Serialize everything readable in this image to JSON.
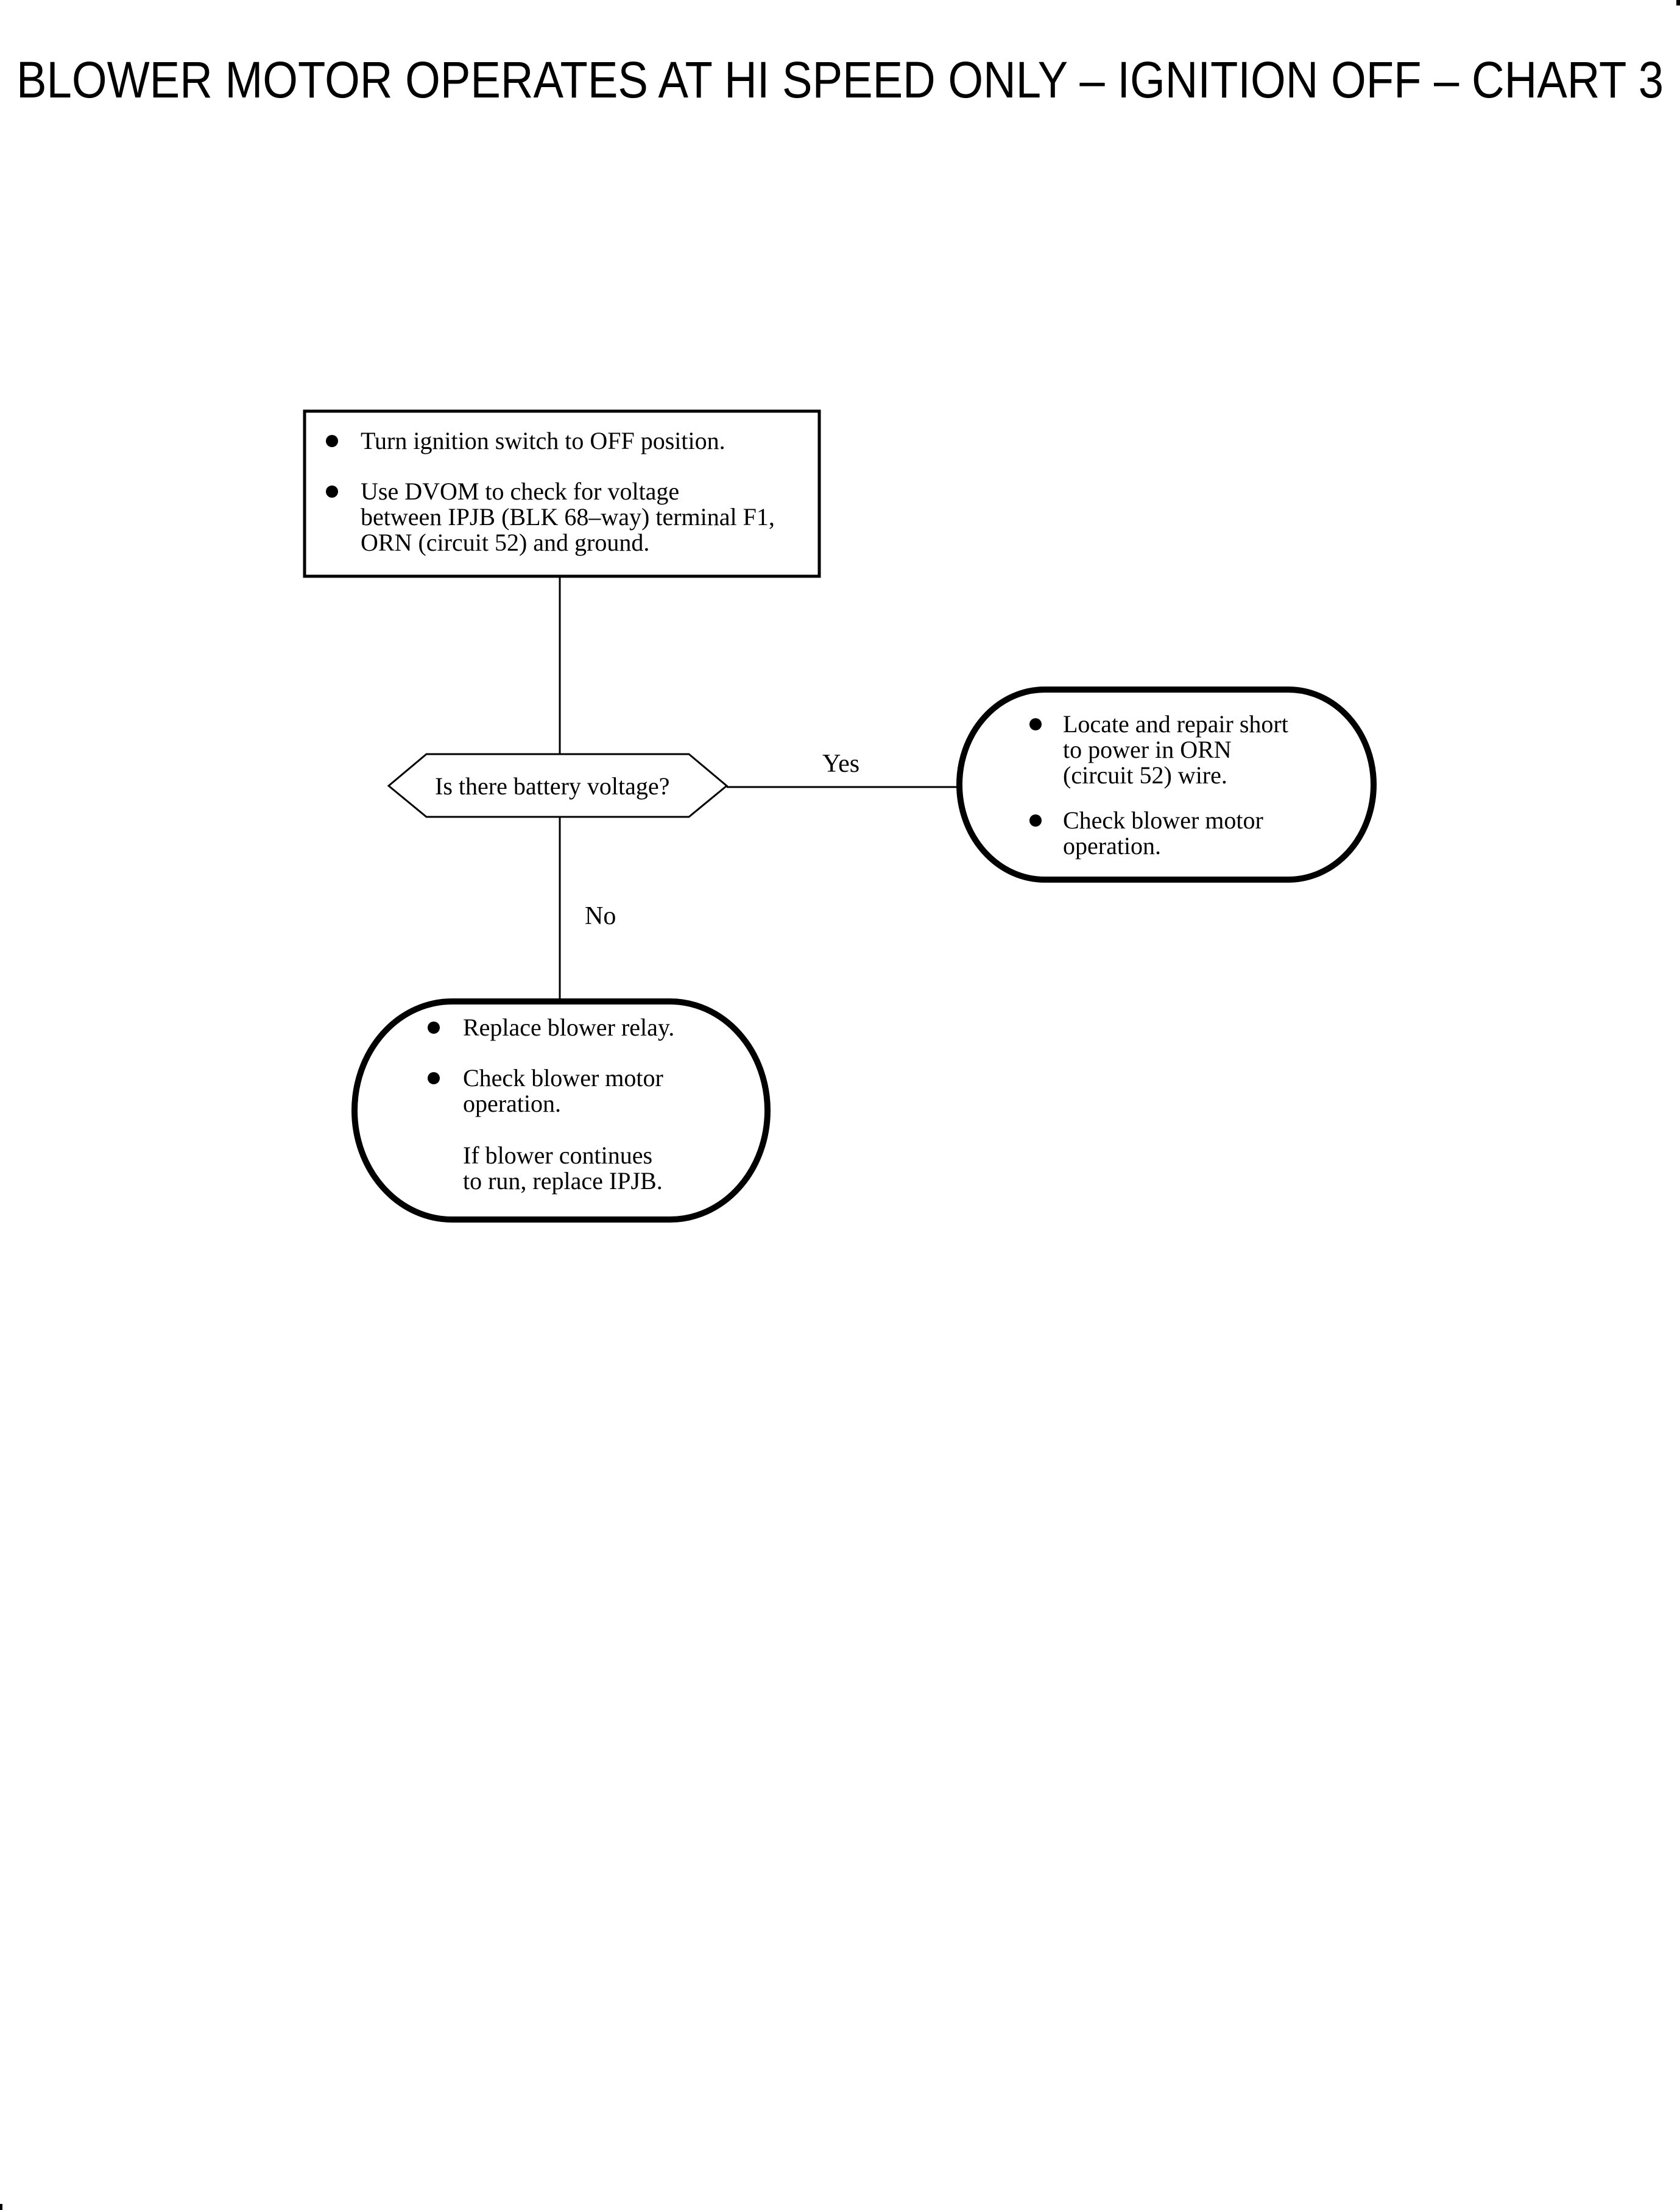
{
  "page": {
    "title": "BLOWER MOTOR OPERATES AT HI SPEED ONLY – IGNITION OFF – CHART 3",
    "background_color": "#ffffff",
    "ink_color": "#000000"
  },
  "flowchart": {
    "process_box": {
      "items": [
        {
          "bullet": true,
          "lines": [
            "Turn ignition switch to OFF position."
          ]
        },
        {
          "bullet": true,
          "lines": [
            "Use DVOM to check for voltage",
            "between IPJB (BLK 68–way) terminal F1,",
            "ORN (circuit 52) and ground."
          ]
        }
      ]
    },
    "decision": {
      "question": "Is there battery voltage?"
    },
    "labels": {
      "yes": "Yes",
      "no": "No"
    },
    "yes_outcome": {
      "items": [
        {
          "bullet": true,
          "lines": [
            "Locate and repair short",
            "to power in ORN",
            "(circuit 52) wire."
          ]
        },
        {
          "bullet": true,
          "lines": [
            "Check blower motor",
            "operation."
          ]
        }
      ]
    },
    "no_outcome": {
      "items": [
        {
          "bullet": true,
          "lines": [
            "Replace blower relay."
          ]
        },
        {
          "bullet": true,
          "lines": [
            "Check blower motor",
            "operation."
          ]
        },
        {
          "bullet": false,
          "lines": [
            "If blower continues",
            "to run, replace IPJB."
          ]
        }
      ]
    }
  }
}
